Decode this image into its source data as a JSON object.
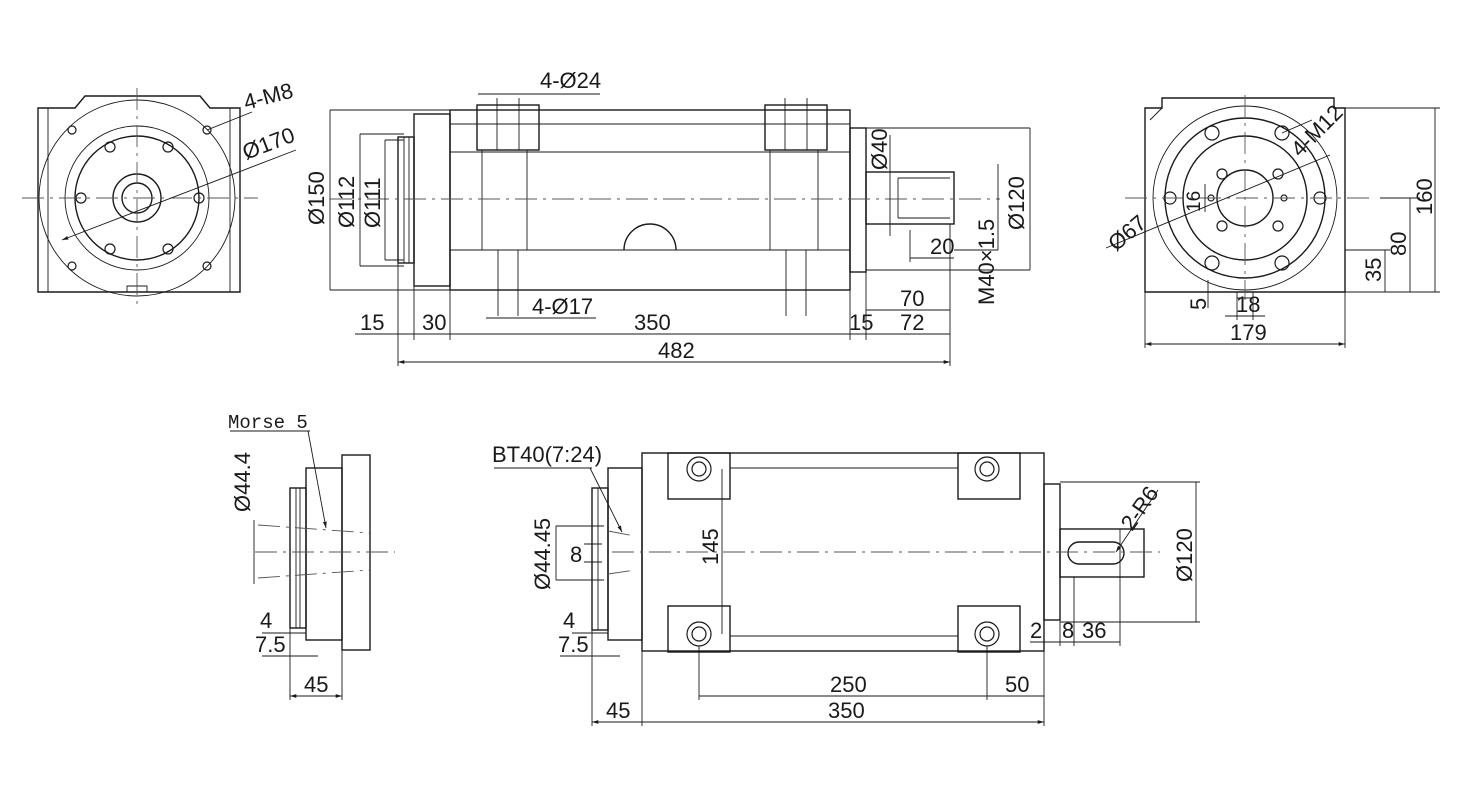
{
  "views": {
    "front": {
      "holes": "4-M8",
      "diameter": "Ø170"
    },
    "side": {
      "d150": "Ø150",
      "d112": "Ø112",
      "d111": "Ø111",
      "d40": "Ø40",
      "d120": "Ø120",
      "holes_top": "4-Ø24",
      "holes_bottom": "4-Ø17",
      "w15a": "15",
      "w30": "30",
      "w350": "350",
      "w15b": "15",
      "w70": "70",
      "w72": "72",
      "w482": "482",
      "w20": "20",
      "thread": "M40×1.5"
    },
    "rear": {
      "holes": "4-M12",
      "d67": "Ø67",
      "h16": "16",
      "h160": "160",
      "h80": "80",
      "h35": "35",
      "w5": "5",
      "w18": "18",
      "w179": "179"
    },
    "morse": {
      "label": "Morse 5",
      "d44": "Ø44.4",
      "w4": "4",
      "w75": "7.5",
      "w45": "45"
    },
    "plan": {
      "label": "BT40(7:24)",
      "d4445": "Ø44.45",
      "w8a": "8",
      "w4": "4",
      "w75": "7.5",
      "h145": "145",
      "r6": "2-R6",
      "d120": "Ø120",
      "w2": "2",
      "w8b": "8",
      "w36": "36",
      "w250": "250",
      "w50": "50",
      "w45": "45",
      "w350": "350"
    }
  }
}
